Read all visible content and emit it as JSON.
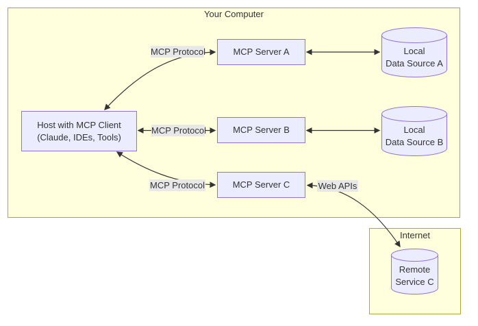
{
  "clusters": {
    "computer": {
      "label": "Your Computer"
    },
    "internet": {
      "label": "Internet"
    }
  },
  "nodes": {
    "host": {
      "line1": "Host with MCP Client",
      "line2": "(Claude, IDEs, Tools)"
    },
    "server_a": {
      "label": "MCP Server A"
    },
    "server_b": {
      "label": "MCP Server B"
    },
    "server_c": {
      "label": "MCP Server C"
    },
    "ds_a": {
      "line1": "Local",
      "line2": "Data Source A"
    },
    "ds_b": {
      "line1": "Local",
      "line2": "Data Source B"
    },
    "remote_c": {
      "line1": "Remote",
      "line2": "Service C"
    }
  },
  "edge_labels": {
    "protocol_a": "MCP Protocol",
    "protocol_b": "MCP Protocol",
    "protocol_c": "MCP Protocol",
    "web_apis": "Web APIs"
  },
  "colors": {
    "cluster_fill": "#ffffde",
    "cluster_border": "#aaaa33",
    "node_fill": "#ececff",
    "node_border": "#9370db",
    "edge_label_bg": "#e8e8e8",
    "line": "#333333",
    "text": "#333333",
    "canvas_bg": "#ffffff"
  }
}
